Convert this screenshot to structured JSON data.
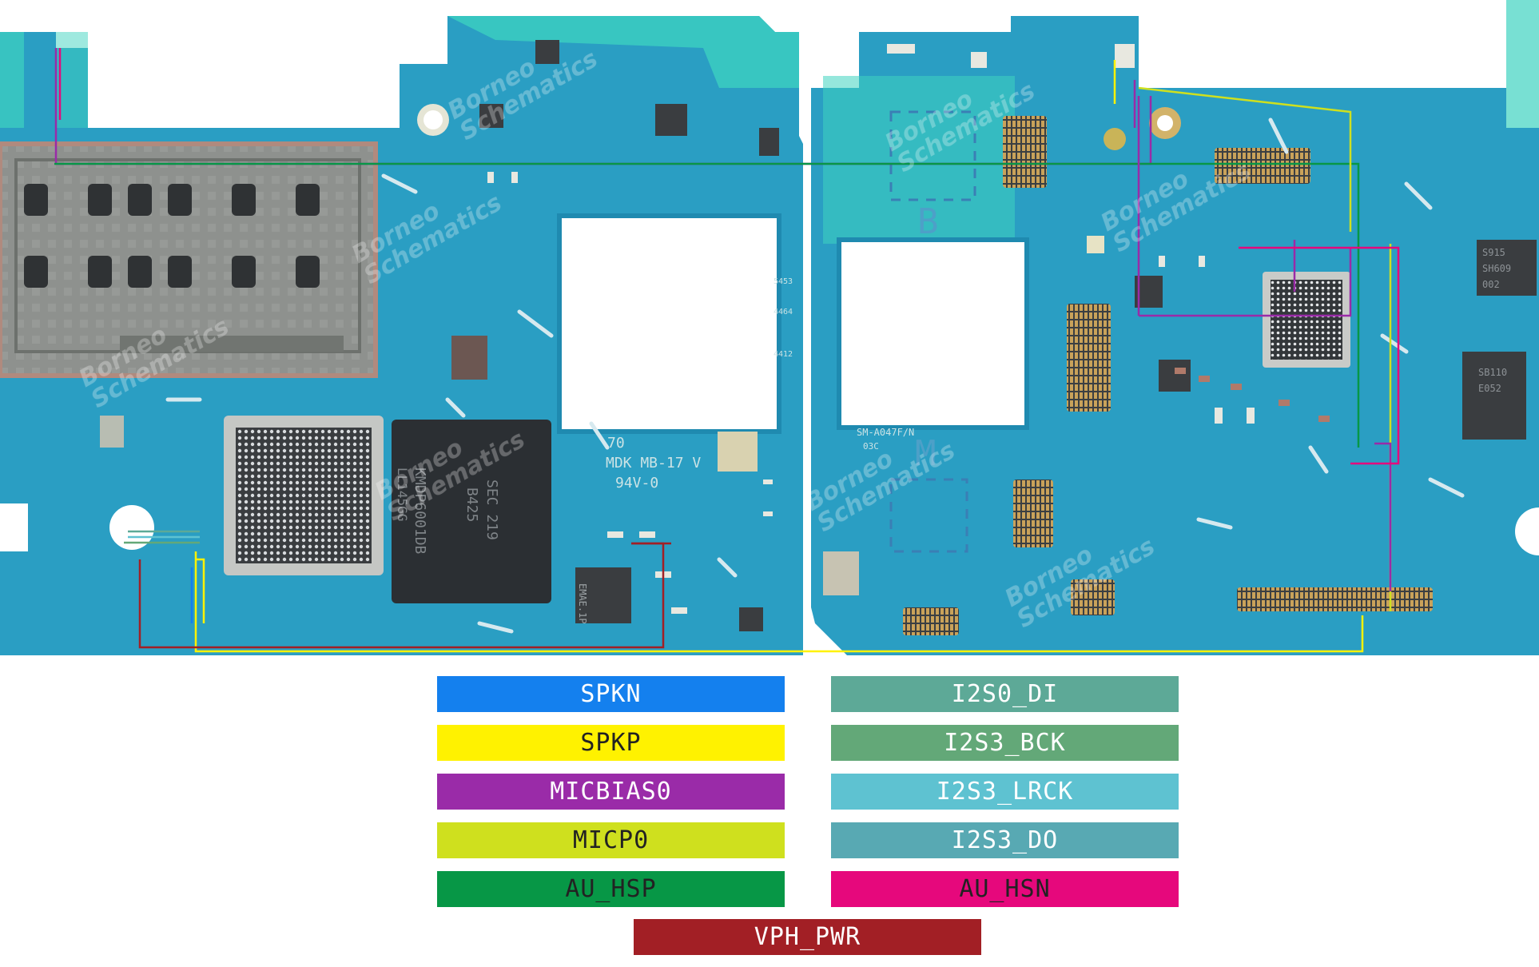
{
  "board": {
    "watermark": [
      "Borneo",
      "Schematics"
    ],
    "silkscreen": {
      "board_code": "70",
      "board_name": "MDK MB-17 V",
      "rating": "94V-0",
      "chip_top": "SEC 219",
      "chip_mid": "B425",
      "chip_part": "KMDP6001DB",
      "chip_lot": "LL145GG",
      "ic_mark": "EMAE.1P",
      "model": "SM-A047F/N",
      "rev": "03C",
      "label_b": "B",
      "label_m": "M",
      "ic_right1": [
        "S915",
        "SH609",
        "002"
      ],
      "ic_right2": [
        "SB110",
        "E052"
      ],
      "side_codes": [
        "5453",
        "4464",
        "4412"
      ]
    }
  },
  "legend": [
    {
      "label": "SPKN",
      "color": "#1480ee",
      "text_color": "#ffffff"
    },
    {
      "label": "SPKP",
      "color": "#fff200",
      "text_color": "#222222"
    },
    {
      "label": "MICBIAS0",
      "color": "#9a2ba8",
      "text_color": "#ffffff"
    },
    {
      "label": "MICP0",
      "color": "#cfe01e",
      "text_color": "#222222"
    },
    {
      "label": "AU_HSP",
      "color": "#079746",
      "text_color": "#222222"
    },
    {
      "label": "I2S0_DI",
      "color": "#5da997",
      "text_color": "#ffffff"
    },
    {
      "label": "I2S3_BCK",
      "color": "#63a878",
      "text_color": "#ffffff"
    },
    {
      "label": "I2S3_LRCK",
      "color": "#5ec2d1",
      "text_color": "#ffffff"
    },
    {
      "label": "I2S3_DO",
      "color": "#58a9b3",
      "text_color": "#ffffff"
    },
    {
      "label": "AU_HSN",
      "color": "#e6087c",
      "text_color": "#222222"
    },
    {
      "label": "VPH_PWR",
      "color": "#a21f25",
      "text_color": "#ffffff"
    }
  ],
  "colors": {
    "board": "#2a9ec3",
    "board_light": "#32b4cf",
    "edge_aqua": "#3ee6c4",
    "shield": "#8f9590",
    "chip": "#2b2f33"
  }
}
